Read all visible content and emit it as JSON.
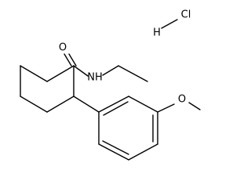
{
  "molecule": {
    "labels": {
      "oxygen_carbonyl": "O",
      "amine": "NH",
      "oxygen_ether": "O",
      "chlorine": "Cl",
      "hydrogen": "H"
    }
  }
}
